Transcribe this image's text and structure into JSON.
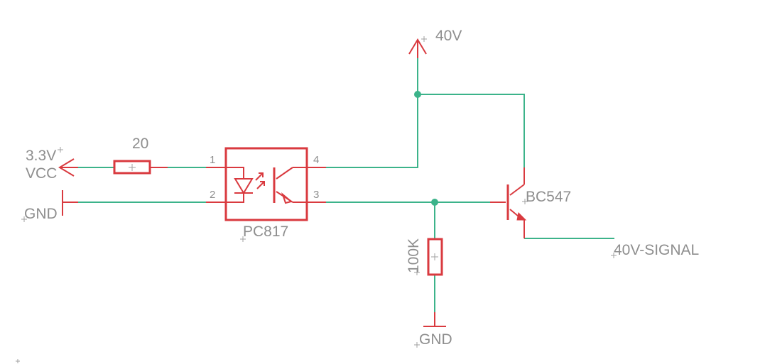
{
  "schematic": {
    "supply_40v": "40V",
    "supply_3v3": "3.3V",
    "vcc": "VCC",
    "gnd_left": "GND",
    "gnd_bottom": "GND",
    "resistor_20": "20",
    "resistor_100k": "100K",
    "optocoupler": "PC817",
    "transistor": "BC547",
    "output_signal": "40V-SIGNAL",
    "pins": {
      "p1": "1",
      "p2": "2",
      "p3": "3",
      "p4": "4"
    }
  },
  "colors": {
    "wire": "#3cb38a",
    "symbol": "#d93a3f",
    "label": "#8e8e8e",
    "background": "#ffffff"
  }
}
